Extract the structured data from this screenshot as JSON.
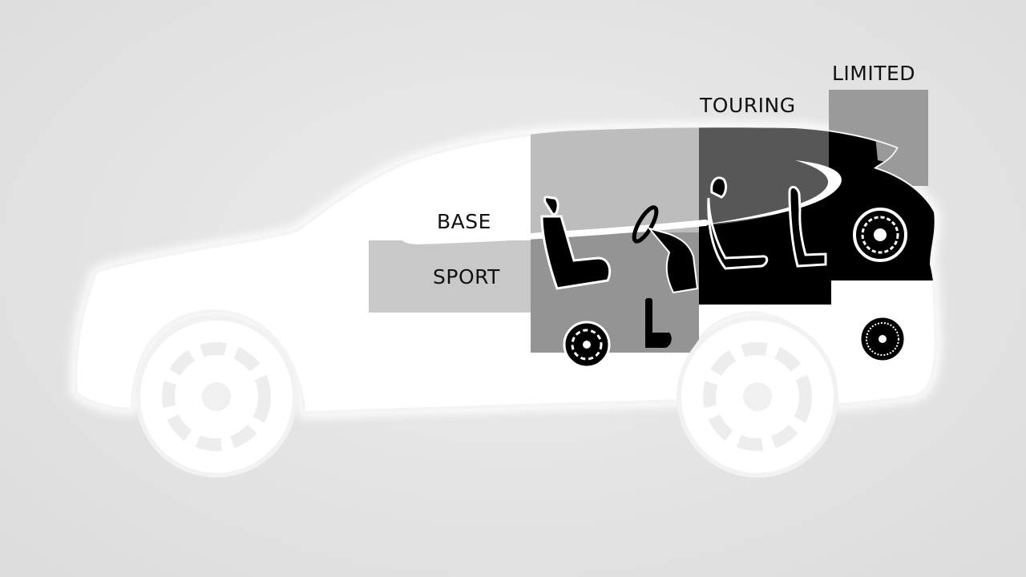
{
  "trims": {
    "base": "BASE",
    "sport": "SPORT",
    "touring": "TOURING",
    "limited": "LIMITED"
  },
  "icons": [
    "car-silhouette-icon",
    "seat-icon",
    "steering-wheel-icon",
    "pedal-icon",
    "wheel-icon",
    "swoosh-icon"
  ],
  "colors": {
    "background": "#e2e2e2",
    "car_body": "#ffffff",
    "base_tier": "#bfbfbf",
    "sport_tier": "#969696",
    "touring_tier": "#555555",
    "limited_tier": "#000000",
    "limited_bar": "#9a9a9a"
  }
}
